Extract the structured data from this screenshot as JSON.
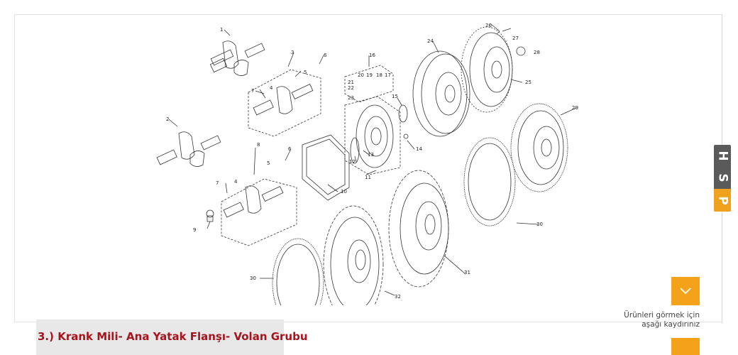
{
  "diagram": {
    "part_numbers": [
      "1",
      "2",
      "3",
      "4",
      "5",
      "6",
      "7",
      "8",
      "4",
      "5",
      "6",
      "7",
      "9",
      "10",
      "11",
      "12",
      "13",
      "14",
      "15",
      "16",
      "17",
      "18",
      "19",
      "20",
      "21",
      "22",
      "23",
      "24",
      "25",
      "26",
      "27",
      "28",
      "29",
      "30",
      "30",
      "31",
      "32"
    ]
  },
  "caption": {
    "title": "3.) Krank Mili- Ana Yatak Flanşı- Volan Grubu"
  },
  "brand_tab": {
    "letters": [
      "H",
      "S",
      "P"
    ]
  },
  "scroll": {
    "icon": "chevron-down-icon",
    "hint_line1": "Ürünleri görmek için",
    "hint_line2": "aşağı kaydırınız"
  },
  "colors": {
    "accent": "#f3a21a",
    "title": "#a7141d",
    "tab": "#5a5a5a"
  }
}
